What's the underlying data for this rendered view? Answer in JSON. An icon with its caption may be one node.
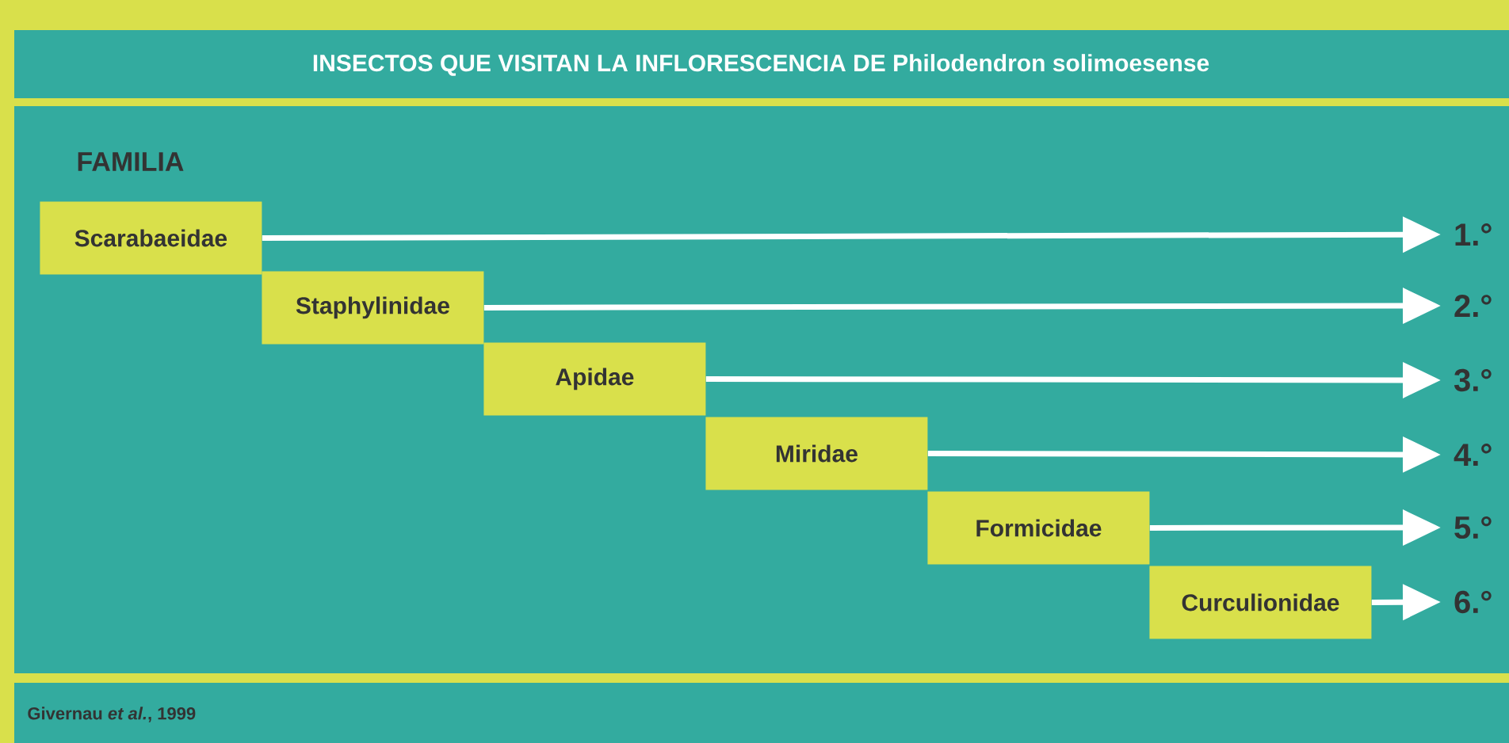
{
  "diagram": {
    "title": "INSECTOS QUE VISITAN LA INFLORESCENCIA DE Philodendron solimoesense",
    "caption": "Givernau *et al.*, 1999",
    "nodes": [
      {
        "text": [
          "Scarabaeidae"
        ]
      },
      {
        "text": [
          "Staphylinidae"
        ]
      },
      {
        "text": [
          "Apidae"
        ]
      },
      {
        "text": [
          "Miridae"
        ]
      },
      {
        "text": [
          "Formicidae"
        ]
      },
      {
        "text": [
          "Curculionidae"
        ]
      },
      {
        "text": [
          "1.°"
        ]
      },
      {
        "text": [
          "2.°"
        ]
      },
      {
        "text": [
          "3.°"
        ]
      },
      {
        "text": [
          "4.°"
        ]
      },
      {
        "text": [
          "5.°"
        ]
      },
      {
        "text": [
          "6.°"
        ]
      }
    ],
    "edges": [
      {
        "from": 0,
        "to": 6,
        "arrow": "to"
      },
      {
        "from": 1,
        "to": 7,
        "arrow": "to"
      },
      {
        "from": 2,
        "to": 8,
        "arrow": "to"
      },
      {
        "from": 3,
        "to": 9,
        "arrow": "to"
      },
      {
        "from": 4,
        "to": 10,
        "arrow": "to"
      },
      {
        "from": 5,
        "to": 11,
        "arrow": "to"
      }
    ],
    "labels": [
      "FAMILIA"
    ]
  }
}
